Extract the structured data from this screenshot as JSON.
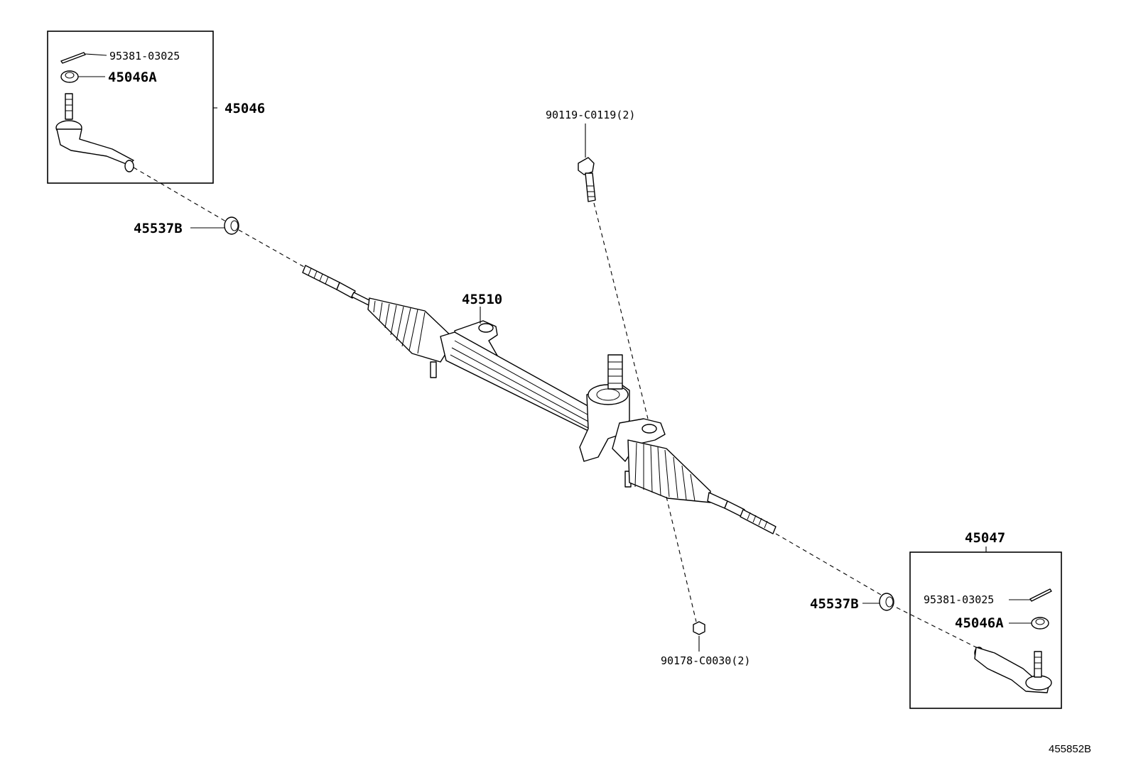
{
  "diagram": {
    "labels": {
      "left_cotter_pin": "95381-03025",
      "left_nut": "45046A",
      "left_tie_rod_end_assy": "45046",
      "left_lock_nut": "45537B",
      "rack_and_pinion_assy": "45510",
      "bolt": "90119-C0119(2)",
      "nut": "90178-C0030(2)",
      "right_tie_rod_end_assy": "45047",
      "right_lock_nut": "45537B",
      "right_cotter_pin": "95381-03025",
      "right_nut": "45046A"
    },
    "figure_code": "455852B"
  }
}
